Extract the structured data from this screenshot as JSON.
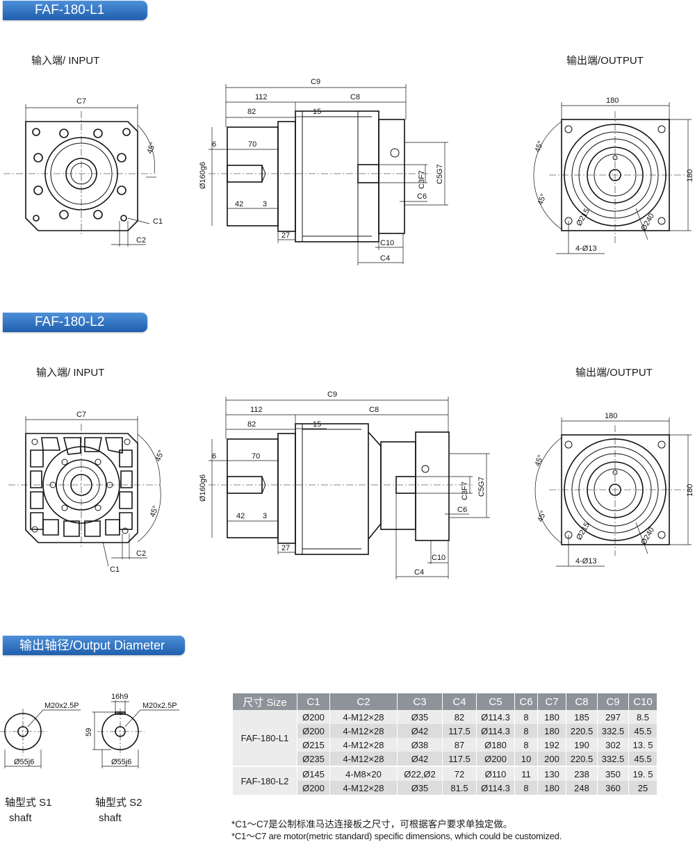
{
  "sections": {
    "l1_title": "FAF-180-L1",
    "l2_title": "FAF-180-L2",
    "shaft_title": "输出轴径/Output Diameter"
  },
  "views": {
    "input_label": "输入端/ INPUT",
    "output_label": "输出端/OUTPUT"
  },
  "dims": {
    "c7": "C7",
    "c1": "C1",
    "c2": "C2",
    "c9": "C9",
    "c8": "C8",
    "c3": "C3F7",
    "c5": "C5G7",
    "c6": "C6",
    "c10": "C10",
    "c4": "C4",
    "deg45": "45°",
    "d112": "112",
    "d82": "82",
    "d15": "15",
    "d6": "6",
    "d70": "70",
    "d42": "42",
    "d3": "3",
    "d27": "27",
    "dia160": "Ø160g6",
    "out180": "180",
    "out_dia215": "Ø215",
    "out_dia240": "Ø240",
    "out_holes": "4-Ø13"
  },
  "shafts": {
    "thread": "M20x2.5P",
    "diameter": "Ø55j6",
    "key_width": "16h9",
    "key_height": "59",
    "s1_label": "轴型式 S1",
    "s2_label": "轴型式 S2",
    "shaft_word": "shaft"
  },
  "table": {
    "headers": [
      "尺寸 Size",
      "C1",
      "C2",
      "C3",
      "C4",
      "C5",
      "C6",
      "C7",
      "C8",
      "C9",
      "C10"
    ],
    "groups": [
      {
        "model": "FAF-180-L1",
        "rows": [
          [
            "Ø200",
            "4-M12×28",
            "Ø35",
            "82",
            "Ø114.3",
            "8",
            "180",
            "185",
            "297",
            "8.5"
          ],
          [
            "Ø200",
            "4-M12×28",
            "Ø42",
            "117.5",
            "Ø114.3",
            "8",
            "180",
            "220.5",
            "332.5",
            "45.5"
          ],
          [
            "Ø215",
            "4-M12×28",
            "Ø38",
            "87",
            "Ø180",
            "8",
            "192",
            "190",
            "302",
            "13. 5"
          ],
          [
            "Ø235",
            "4-M12×28",
            "Ø42",
            "117.5",
            "Ø200",
            "10",
            "200",
            "220.5",
            "332.5",
            "45.5"
          ]
        ]
      },
      {
        "model": "FAF-180-L2",
        "rows": [
          [
            "Ø145",
            "4-M8×20",
            "Ø22,Ø2",
            "72",
            "Ø110",
            "11",
            "130",
            "238",
            "350",
            "19. 5"
          ],
          [
            "Ø200",
            "4-M12×28",
            "Ø35",
            "81.5",
            "Ø114.3",
            "8",
            "180",
            "248",
            "360",
            "25"
          ]
        ]
      }
    ]
  },
  "notes": {
    "cn": "*C1～C7是公制标准马达连接板之尺寸，可根据客户要求单独定做。",
    "en": "*C1～C7 are motor(metric standard) specific dimensions, which could be customized."
  },
  "colors": {
    "banner_top": "#4d8fd8",
    "banner_bottom": "#1f5fae",
    "table_header": "#8e9399"
  }
}
